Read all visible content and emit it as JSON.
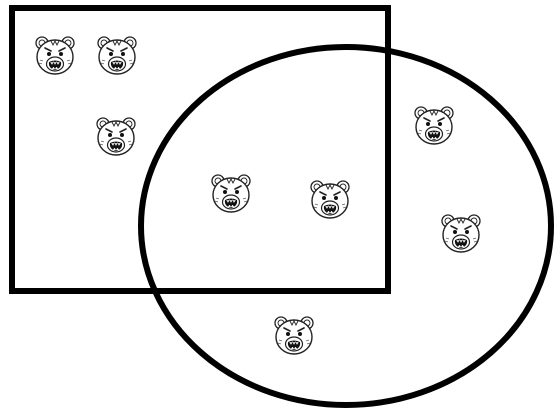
{
  "diagram": {
    "type": "venn",
    "colors": {
      "outline": "#000000",
      "background": "#ffffff",
      "face_fill": "#ffffff",
      "face_stroke": "#222222"
    },
    "sets": [
      {
        "name": "rectangle-set",
        "shape": "rectangle"
      },
      {
        "name": "ellipse-set",
        "shape": "ellipse"
      }
    ],
    "item_icon": "angry-bear-face-icon",
    "regions": [
      {
        "region": "rectangle-only",
        "count": 3
      },
      {
        "region": "both",
        "count": 2
      },
      {
        "region": "ellipse-only",
        "count": 3
      }
    ]
  }
}
